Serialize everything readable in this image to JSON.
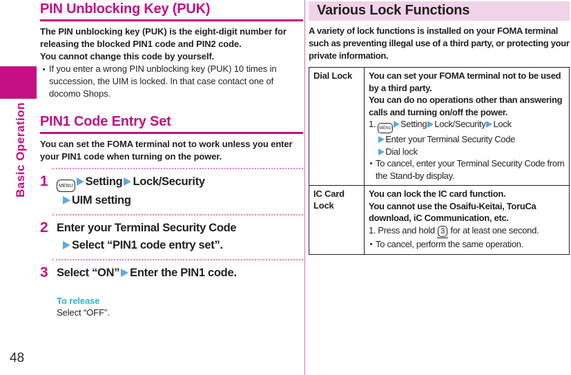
{
  "sidebar": {
    "tab_label": "Basic Operation",
    "page_number": "48"
  },
  "colors": {
    "magenta": "#c40f82",
    "heading_bar_pink": "#f0d3e8",
    "arrow_blue": "#5fa8dc",
    "release_cyan": "#2cb6c9",
    "text_black": "#231f20",
    "dotted_pink": "#e87db9"
  },
  "left": {
    "heading_puk": "PIN Unblocking Key (PUK)",
    "puk_para1": "The PIN unblocking key (PUK) is the eight-digit number for releasing the blocked PIN1 code and PIN2 code.",
    "puk_para2": "You cannot change this code by yourself.",
    "puk_bullet": "If you enter a wrong PIN unblocking key (PUK) 10 times in succession, the UIM is locked. In that case contact one of docomo Shops.",
    "heading_pin1": "PIN1 Code Entry Set",
    "pin1_intro": "You can set the FOMA terminal not to work unless you enter your PIN1 code when turning on the power.",
    "steps": [
      {
        "num": "1",
        "key_label": "MENU",
        "seg1": "Setting",
        "seg2": "Lock/Security",
        "seg3": "UIM setting"
      },
      {
        "num": "2",
        "line1": "Enter your Terminal Security Code",
        "line2": "Select “PIN1 code entry set”."
      },
      {
        "num": "3",
        "part1": "Select “ON”",
        "part2": "Enter the PIN1 code."
      }
    ],
    "release_label": "To release",
    "release_text": "Select “OFF”."
  },
  "right": {
    "heading": "Various Lock Functions",
    "intro": "A variety of lock functions is installed on your FOMA terminal such as preventing illegal use of a third party, or protecting your private information.",
    "table": {
      "rows": [
        {
          "label": "Dial Lock",
          "desc1": "You can set your FOMA terminal not to be used by a third party.",
          "desc2": "You can do no operations other than answering calls and turning on/off the power.",
          "step_num": "1.",
          "key_label": "MENU",
          "seg1": "Setting",
          "seg2": "Lock/Security",
          "seg3": "Lock",
          "seg4": "Enter your Terminal Security Code",
          "seg5": "Dial lock",
          "note": "To cancel, enter your Terminal Security Code from the Stand-by display."
        },
        {
          "label": "IC Card Lock",
          "desc1": "You can lock the IC card function.",
          "desc2": "You cannot use the Osaifu-Keitai, ToruCa download, iC Communication, etc.",
          "step_num": "1.",
          "step_pre": "Press and hold",
          "key_label": "3",
          "step_post": "for at least one second.",
          "note": "To cancel, perform the same operation."
        }
      ]
    }
  }
}
